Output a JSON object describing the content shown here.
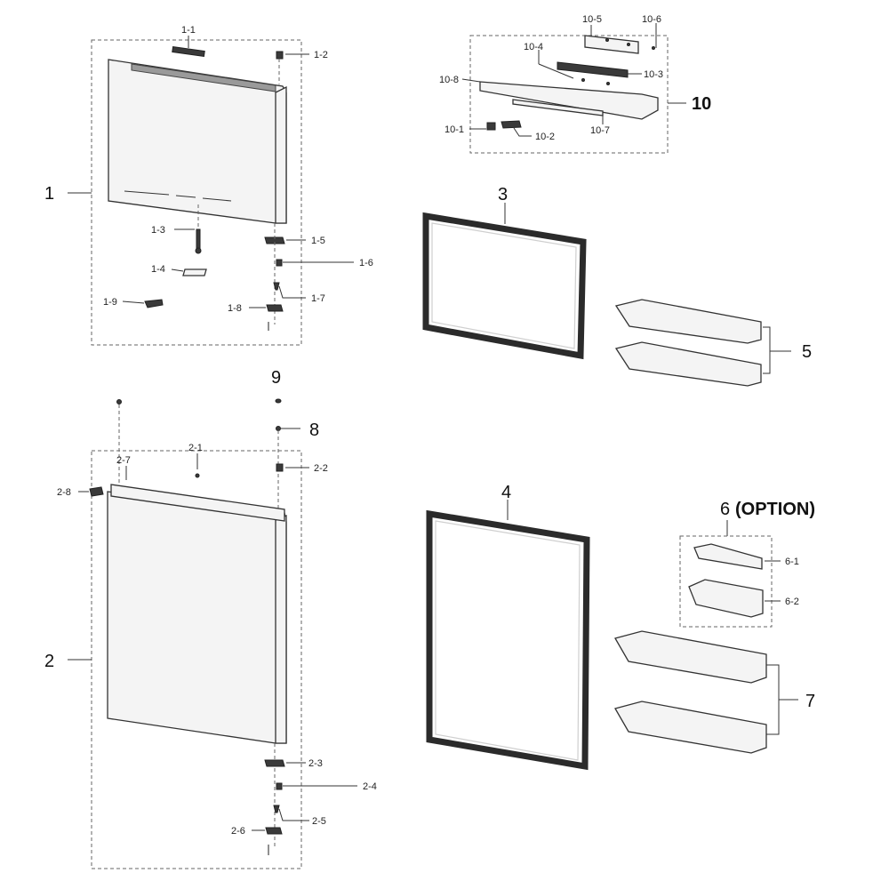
{
  "labels": {
    "l1": "1",
    "l1_1": "1-1",
    "l1_2": "1-2",
    "l1_3": "1-3",
    "l1_4": "1-4",
    "l1_5": "1-5",
    "l1_6": "1-6",
    "l1_7": "1-7",
    "l1_8": "1-8",
    "l1_9": "1-9",
    "l2": "2",
    "l2_1": "2-1",
    "l2_2": "2-2",
    "l2_3": "2-3",
    "l2_4": "2-4",
    "l2_5": "2-5",
    "l2_6": "2-6",
    "l2_7": "2-7",
    "l2_8": "2-8",
    "l3": "3",
    "l4": "4",
    "l5": "5",
    "l6_num": "6",
    "l6_opt": "(OPTION)",
    "l6_1": "6-1",
    "l6_2": "6-2",
    "l7": "7",
    "l8": "8",
    "l9": "9",
    "l10": "10",
    "l10_1": "10-1",
    "l10_2": "10-2",
    "l10_3": "10-3",
    "l10_4": "10-4",
    "l10_5": "10-5",
    "l10_6": "10-6",
    "l10_7": "10-7",
    "l10_8": "10-8"
  }
}
